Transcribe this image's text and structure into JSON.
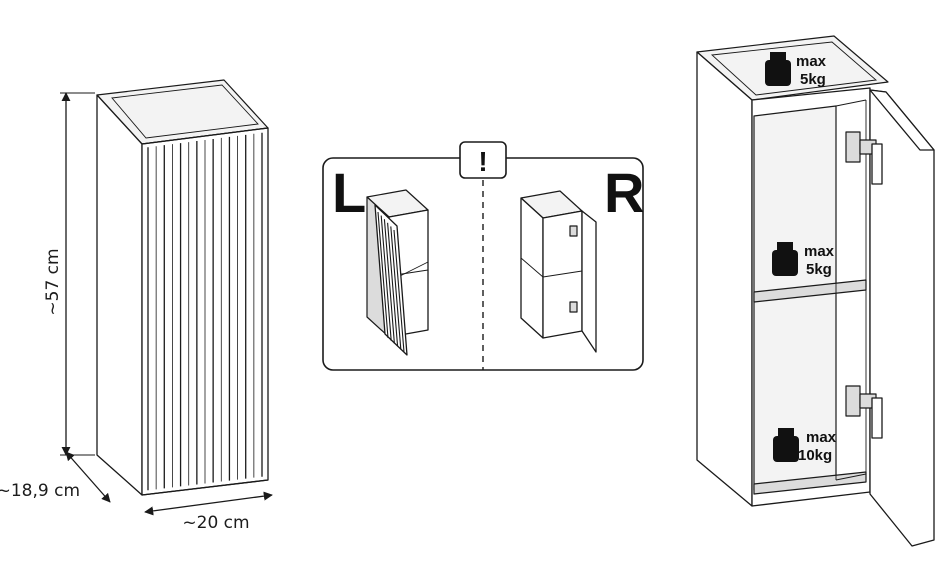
{
  "dimensions": {
    "height": "~57 cm",
    "depth": "~18,9 cm",
    "width": "~20 cm"
  },
  "orientation_panel": {
    "left_label": "L",
    "right_label": "R",
    "notice_symbol": "!",
    "notice_icon": "exclamation-icon"
  },
  "load_limits": {
    "top": {
      "label": "max",
      "weight": "5kg",
      "icon": "weight-icon"
    },
    "middle": {
      "label": "max",
      "weight": "5kg",
      "icon": "weight-icon"
    },
    "bottom": {
      "label": "max",
      "weight": "10kg",
      "icon": "weight-icon"
    }
  },
  "colors": {
    "line": "#1a1a1a",
    "panel_fill": "#f3f3f3",
    "shade_fill": "#dcdcdc"
  }
}
